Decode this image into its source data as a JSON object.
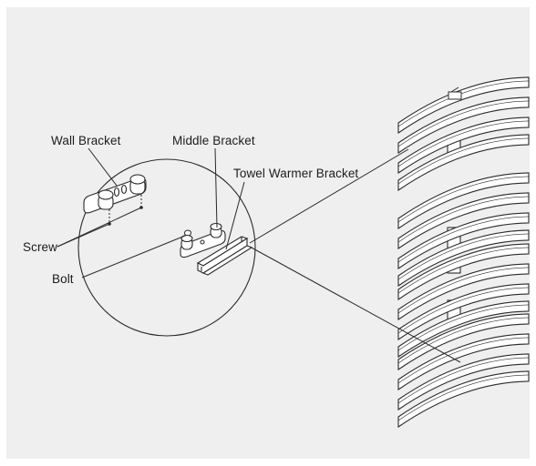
{
  "labels": {
    "wall_bracket": "Wall Bracket",
    "middle_bracket": "Middle Bracket",
    "towel_warmer_bracket": "Towel Warmer Bracket",
    "screw": "Screw",
    "bolt": "Bolt"
  },
  "colors": {
    "background": "#efefef",
    "line": "#2a2a2a",
    "part_fill": "#ffffff"
  }
}
